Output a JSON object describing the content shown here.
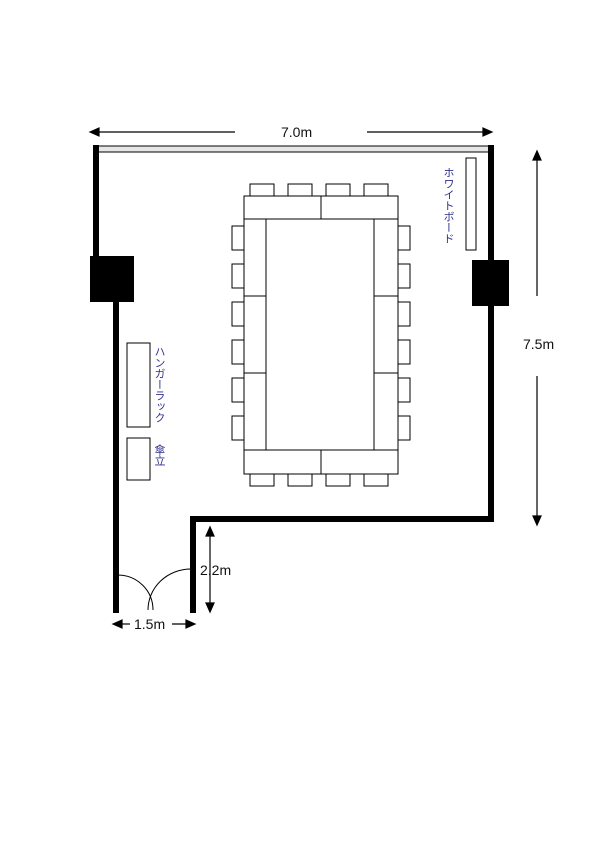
{
  "dimensions": {
    "width": "7.0m",
    "height": "7.5m",
    "notch": "2.2m",
    "door": "1.5m"
  },
  "labels": {
    "whiteboard": "ホワイトボード",
    "hanger_rack": "ハンガーラック",
    "umbrella_stand": "傘立"
  },
  "colors": {
    "wall": "#000000",
    "label": "#2e2f8c",
    "window": "#c8c8c8"
  }
}
